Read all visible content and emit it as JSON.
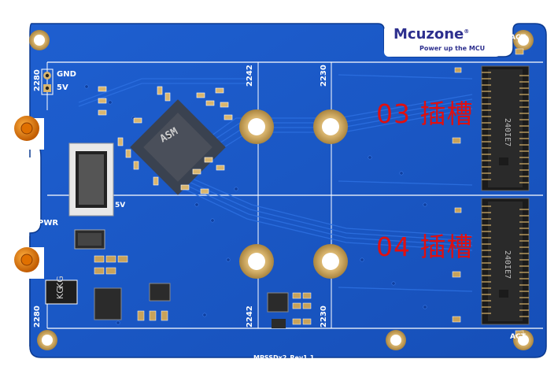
{
  "board": {
    "brand": "Mcuzone",
    "brand_reg": "®",
    "tagline": "Power up the MCU",
    "model": "MPSSDx2_Rev1.1",
    "act_top": "ACT",
    "act_bottom": "ACT",
    "pwr": "PWR",
    "v5_header": "5V",
    "gnd": "GND",
    "v5_conn": "5V",
    "size_left_top": "2280",
    "size_left_bottom": "2280",
    "size_2242_top": "2242",
    "size_2230_top": "2230",
    "size_2242_bottom": "2242",
    "size_2230_bottom": "2230",
    "slot_top": "03 插槽",
    "slot_bottom": "04 插槽",
    "socket_top_code": "240IE7",
    "socket_bottom_code": "240IE7",
    "diode_mark": "KG"
  },
  "colors": {
    "pcb": "#1a56c4",
    "pcb_dark": "#0f3f9f",
    "gold": "#c8a25a",
    "silk": "#ffffff",
    "slot_text": "#e01010"
  }
}
